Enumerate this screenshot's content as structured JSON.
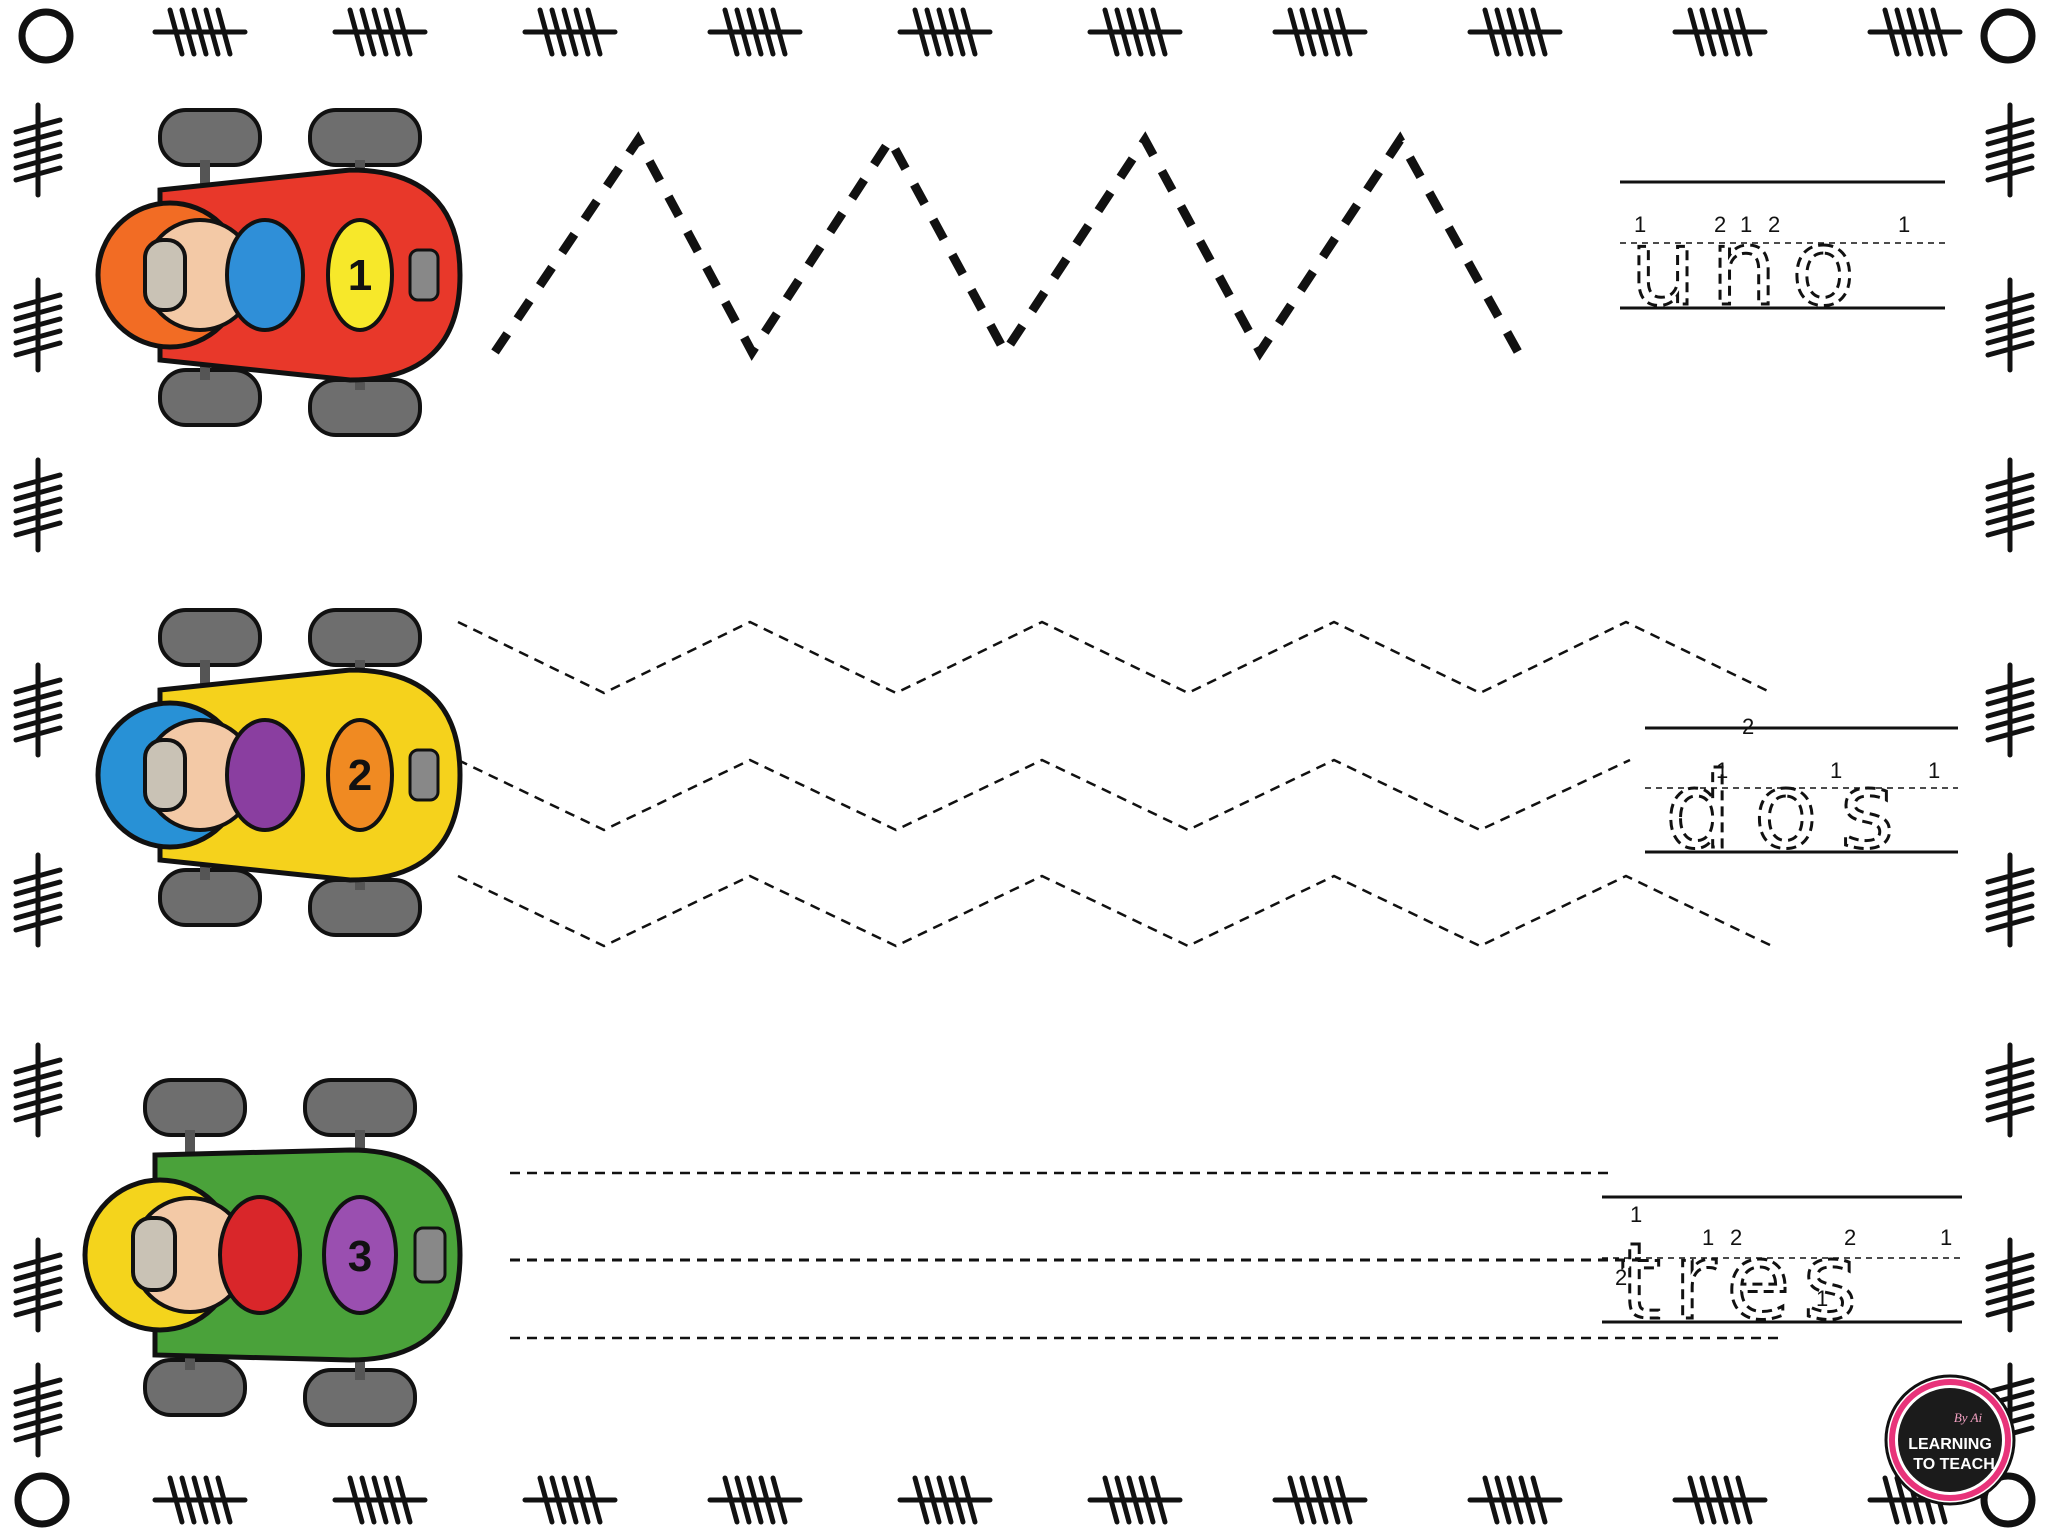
{
  "worksheet": {
    "words": [
      "uno",
      "dos",
      "tres"
    ],
    "cars": [
      {
        "number": "1",
        "body_color": "#e8382a",
        "helmet_color": "#f26c24",
        "badge_color": "#f7e82a",
        "shirt_color": "#2f8fd8"
      },
      {
        "number": "2",
        "body_color": "#f5d21c",
        "helmet_color": "#2891d6",
        "badge_color": "#f08a22",
        "shirt_color": "#8a3ea0"
      },
      {
        "number": "3",
        "body_color": "#4aa23a",
        "helmet_color": "#f4d41c",
        "badge_color": "#9a4fb0",
        "shirt_color": "#d9262a"
      }
    ],
    "stroke_numbers": {
      "uno": [
        "1",
        "2",
        "1",
        "2",
        "1"
      ],
      "dos": [
        "1",
        "2",
        "1",
        "1"
      ],
      "tres": [
        "1",
        "2",
        "1",
        "2",
        "2",
        "1",
        "1"
      ]
    }
  },
  "logo": {
    "by": "By Ai",
    "line1": "LEARNING",
    "line2": "TO TEACH",
    "ring_color": "#e8337a"
  },
  "colors": {
    "ink": "#111111",
    "tire": "#6e6e6e",
    "skin": "#f3c9a6"
  }
}
